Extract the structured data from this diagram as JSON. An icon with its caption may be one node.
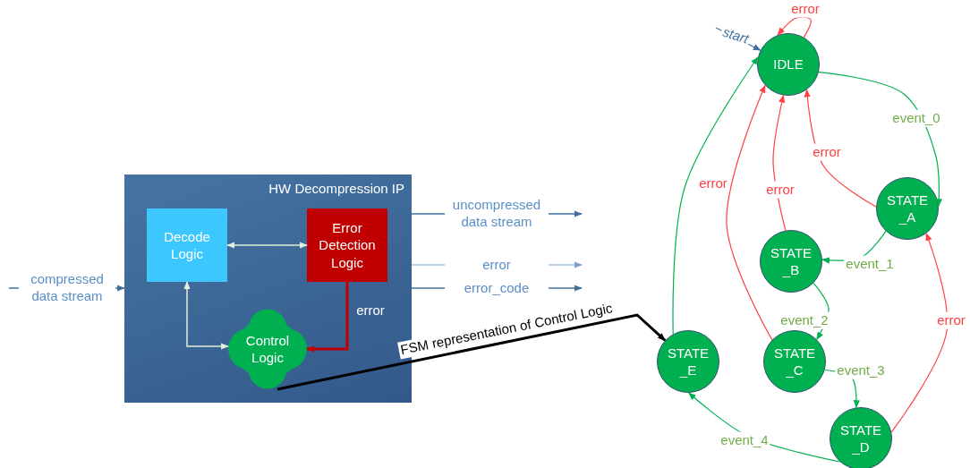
{
  "diagram": {
    "nodes": [
      {
        "text": [
          "HW Decompression IP"
        ]
      },
      {
        "text": [
          "Decode Logic"
        ],
        "in": 0
      },
      {
        "text": [
          "Error Detection Logic"
        ],
        "in": 0
      },
      {
        "text": [
          "Control Logic"
        ],
        "in": 0
      },
      {
        "text": [
          "IDLE"
        ]
      },
      {
        "text": [
          "STATE _A"
        ]
      },
      {
        "text": [
          "STATE _B"
        ]
      },
      {
        "text": [
          "STATE _C"
        ]
      },
      {
        "text": [
          "STATE _D"
        ]
      },
      {
        "text": [
          "STATE _E"
        ]
      }
    ],
    "edges": [
      {
        "from": null,
        "to": 0,
        "arrow": "to",
        "label": "compressed data stream"
      },
      {
        "from": 0,
        "to": null,
        "arrow": "to",
        "label": "uncompressed data stream"
      },
      {
        "from": 0,
        "to": null,
        "arrow": "to",
        "label": "error",
        "color": "#7ba3cc"
      },
      {
        "from": 0,
        "to": null,
        "arrow": "to",
        "label": "error_code"
      },
      {
        "from": 1,
        "to": 2,
        "arrow": "both",
        "color": "#e2f0d9"
      },
      {
        "from": 3,
        "to": 1,
        "arrow": "both",
        "color": "#e2f0d9"
      },
      {
        "from": 2,
        "to": 3,
        "arrow": "to",
        "label": "error",
        "style": "thick",
        "color": "#c00000"
      },
      {
        "from": 3,
        "to": 9,
        "arrow": "to",
        "label": "FSM representation of Control Logic",
        "style": "thick",
        "color": "#000000"
      },
      {
        "from": null,
        "to": 4,
        "arrow": "to",
        "label": "start"
      },
      {
        "from": 4,
        "to": 4,
        "arrow": "to",
        "label": "error",
        "color": "#ff4040"
      },
      {
        "from": 4,
        "to": 5,
        "arrow": "to",
        "label": "event_0",
        "color": "#00b050"
      },
      {
        "from": 5,
        "to": 6,
        "arrow": "to",
        "label": "event_1",
        "color": "#00b050"
      },
      {
        "from": 6,
        "to": 7,
        "arrow": "to",
        "label": "event_2",
        "color": "#00b050"
      },
      {
        "from": 7,
        "to": 8,
        "arrow": "to",
        "label": "event_3",
        "color": "#00b050"
      },
      {
        "from": 8,
        "to": 9,
        "arrow": "to",
        "label": "event_4",
        "color": "#00b050"
      },
      {
        "from": 9,
        "to": 4,
        "arrow": "to",
        "color": "#00b050"
      },
      {
        "from": 5,
        "to": 4,
        "arrow": "to",
        "label": "error",
        "color": "#ff4040"
      },
      {
        "from": 6,
        "to": 4,
        "arrow": "to",
        "label": "error",
        "color": "#ff4040"
      },
      {
        "from": 7,
        "to": 4,
        "arrow": "to",
        "label": "error",
        "color": "#ff4040"
      },
      {
        "from": 8,
        "to": 5,
        "arrow": "to",
        "label": "error",
        "color": "#ff4040"
      }
    ]
  }
}
